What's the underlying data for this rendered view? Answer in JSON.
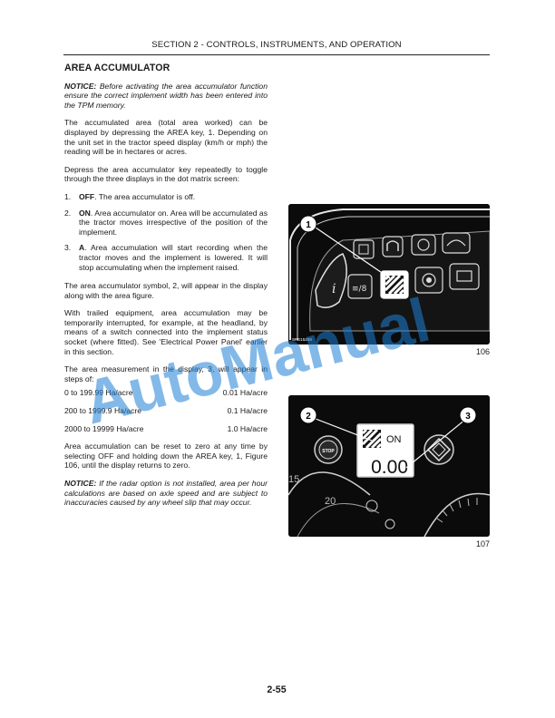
{
  "header": {
    "section": "SECTION 2 - CONTROLS, INSTRUMENTS, AND OPERATION"
  },
  "title": "AREA ACCUMULATOR",
  "notice1": {
    "label": "NOTICE:",
    "text": " Before activating the area accumulator function ensure the correct implement width has been entered into the TPM memory."
  },
  "para1": "The accumulated area (total area worked) can be displayed by depressing the AREA key, 1. Depending on the unit set in the tractor speed display (km/h or mph) the reading will be in hectares or acres.",
  "para2": "Depress the area accumulator key repeatedly to toggle through the three displays in the dot matrix screen:",
  "modes": [
    {
      "num": "1.",
      "label": "OFF",
      "text": ". The area accumulator is off."
    },
    {
      "num": "2.",
      "label": "ON",
      "text": ". Area accumulator on. Area will be accumulated as the tractor moves irrespective of the position of the implement."
    },
    {
      "num": "3.",
      "label": "A",
      "text": ". Area accumulation will start recording when the tractor moves and the implement is lowered. It will stop accumulating when the implement raised."
    }
  ],
  "para3": "The area accumulator symbol, 2, will appear in the display along with the area figure.",
  "para4": "With trailed equipment, area accumulation may be temporarily interrupted, for example, at the headland, by means of a switch connected into the implement status socket (where fitted). See 'Electrical Power Panel' earlier in this section.",
  "para5": "The area measurement in the display, 3, will appear in steps of:",
  "steps": [
    {
      "range": "0 to 199.99 Ha/acre",
      "step": "0.01 Ha/acre"
    },
    {
      "range": "200 to 1999.9 Ha/acre",
      "step": "0.1 Ha/acre"
    },
    {
      "range": "2000 to 19999 Ha/acre",
      "step": "1.0 Ha/acre"
    }
  ],
  "para6": "Area accumulation can be reset to zero at any time by selecting OFF and holding down the AREA key, 1, Figure 106, until the display returns to zero.",
  "notice2": {
    "label": "NOTICE:",
    "text": " If the radar option is not installed, area per hour calculations are based on axle speed and are subject to inaccuracies caused by any wheel slip that may occur."
  },
  "figure106": {
    "number": "106",
    "callout": "1",
    "code": "SRE1528B"
  },
  "figure107": {
    "number": "107",
    "callout_symbol": "2",
    "callout_display": "3",
    "display_mode": "ON",
    "display_value": "0.00",
    "gauge_15": "15",
    "gauge_20": "20",
    "stop_label": "STOP"
  },
  "watermark": "AutoManual",
  "page_number": "2-55"
}
